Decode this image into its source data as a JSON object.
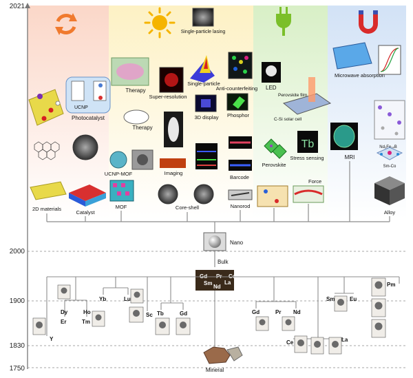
{
  "timeline": {
    "years": [
      "2021",
      "2000",
      "1900",
      "1830",
      "1750"
    ]
  },
  "colors": {
    "catalysis_band": "#fbe0d6",
    "optical_band": "#fdf6d5",
    "led_band": "#e2f3d4",
    "magnet_band": "#dde8f7",
    "axis": "#777777",
    "dashed": "#888888",
    "tree_line": "#8c8c8c"
  },
  "icons": {
    "catalysis": "recycle-arrows-icon",
    "optical": "sun-icon",
    "led": "plug-icon",
    "magnet": "magnet-icon"
  },
  "nano": {
    "labels": {
      "single_particle_lasing": "Single-particle lasing",
      "photocatalyst": "Photocatalyst",
      "ucnp": "UCNP",
      "therapy_top": "Therapy",
      "super_resolution": "Super-resolution",
      "single_particle": "Single-particle",
      "anti_counterfeiting": "Anti-counterfeiting",
      "led": "LED",
      "perovskite_film": "Perovskite film",
      "c_si_solar_cell": "C-Si solar cell",
      "microwave_absorption": "Microwave absorption",
      "therapy_mouse": "Therapy",
      "display_3d": "3D display",
      "phosphor": "Phosphor",
      "nd_fe_b": "Nd₂Fe₁₄B",
      "sm_co": "Sm-Co",
      "ucnp_mof": "UCNP-MOF",
      "imaging": "Imaging",
      "perovskite": "Perovskite",
      "stress_sensing": "Stress sensing",
      "mri": "MRI",
      "barcode": "Barcode",
      "force": "Force",
      "materials_2d": "2D materials",
      "catalyst": "Catalyst",
      "mof": "MOF",
      "core_shell": "Core-shell",
      "nanorod": "Nanorod",
      "alloy": "Alloy",
      "nano": "Nano",
      "bulk": "Bulk",
      "mineral": "Mineral"
    }
  },
  "elements": {
    "center_tile": [
      "Gd",
      "Sm",
      "Pr",
      "Nd",
      "La",
      "Ce"
    ],
    "y": "Y",
    "dy": "Dy",
    "ho": "Ho",
    "er": "Er",
    "tm": "Tm",
    "yb": "Yb",
    "lu": "Lu",
    "sc": "Sc",
    "tb": "Tb",
    "gd_left": "Gd",
    "gd_right": "Gd",
    "pr": "Pr",
    "nd": "Nd",
    "sm": "Sm",
    "eu": "Eu",
    "pm": "Pm",
    "ce": "Ce",
    "la": "La"
  }
}
